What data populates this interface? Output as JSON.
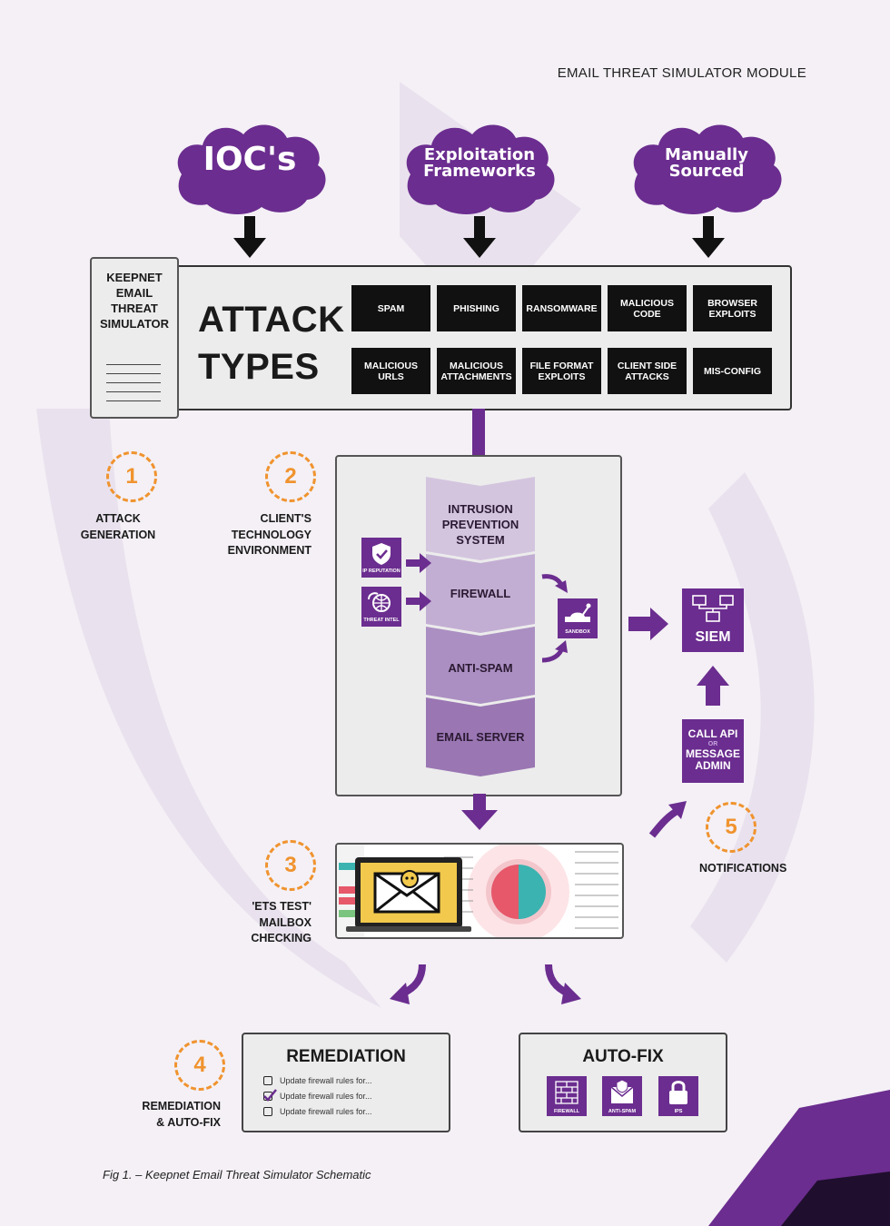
{
  "header": {
    "module_title": "EMAIL THREAT SIMULATOR MODULE"
  },
  "sources": [
    {
      "label_line1": "IOC's",
      "label_line2": ""
    },
    {
      "label_line1": "Exploitation",
      "label_line2": "Frameworks"
    },
    {
      "label_line1": "Manually",
      "label_line2": "Sourced"
    }
  ],
  "simulator": {
    "title_lines": [
      "KEEPNET",
      "EMAIL",
      "THREAT",
      "SIMULATOR"
    ]
  },
  "attack": {
    "title_line1": "ATTACK",
    "title_line2": "TYPES",
    "types_row1": [
      "SPAM",
      "PHISHING",
      "RANSOMWARE",
      "MALICIOUS CODE",
      "BROWSER EXPLOITS"
    ],
    "types_row2": [
      "MALICIOUS URLS",
      "MALICIOUS ATTACHMENTS",
      "FILE FORMAT EXPLOITS",
      "CLIENT SIDE ATTACKS",
      "MIS-CONFIG"
    ]
  },
  "steps": [
    {
      "number": "1",
      "label": [
        "ATTACK",
        "GENERATION"
      ]
    },
    {
      "number": "2",
      "label": [
        "CLIENT'S",
        "TECHNOLOGY",
        "ENVIRONMENT"
      ]
    },
    {
      "number": "3",
      "label": [
        "'ETS TEST'",
        "MAILBOX",
        "CHECKING"
      ]
    },
    {
      "number": "4",
      "label": [
        "REMEDIATION",
        "& AUTO-FIX"
      ]
    },
    {
      "number": "5",
      "label": [
        "NOTIFICATIONS"
      ]
    }
  ],
  "environment": {
    "layers": [
      "INTRUSION PREVENTION SYSTEM",
      "FIREWALL",
      "ANTI-SPAM",
      "EMAIL SERVER"
    ],
    "inputs": [
      {
        "label": "IP REPUTATION",
        "icon": "shield-check-icon"
      },
      {
        "label": "THREAT INTEL",
        "icon": "cloud-globe-icon"
      }
    ],
    "sandbox": {
      "label": "SANDBOX",
      "icon": "sandbox-icon"
    }
  },
  "siem": {
    "label": "SIEM",
    "icon": "network-icon"
  },
  "notify": {
    "line1": "CALL API",
    "or": "OR",
    "line2": "MESSAGE",
    "line3": "ADMIN"
  },
  "remediation": {
    "title": "REMEDIATION",
    "items": [
      {
        "text": "Update firewall rules for...",
        "checked": false
      },
      {
        "text": "Update firewall rules for...",
        "checked": true
      },
      {
        "text": "Update firewall rules for...",
        "checked": false
      }
    ]
  },
  "autofix": {
    "title": "AUTO-FIX",
    "items": [
      {
        "label": "FIREWALL",
        "icon": "brick-wall-icon"
      },
      {
        "label": "ANTI-SPAM",
        "icon": "envelope-shield-icon"
      },
      {
        "label": "IPS",
        "icon": "lock-icon"
      }
    ]
  },
  "caption": "Fig 1. – Keepnet Email Threat Simulator Schematic",
  "colors": {
    "purple": "#6b2d8f",
    "orange": "#f0932e",
    "dark": "#111111",
    "layer_light": "#c9b8d6",
    "layer_mid": "#a98dbd",
    "layer_dark": "#9a76b3"
  }
}
